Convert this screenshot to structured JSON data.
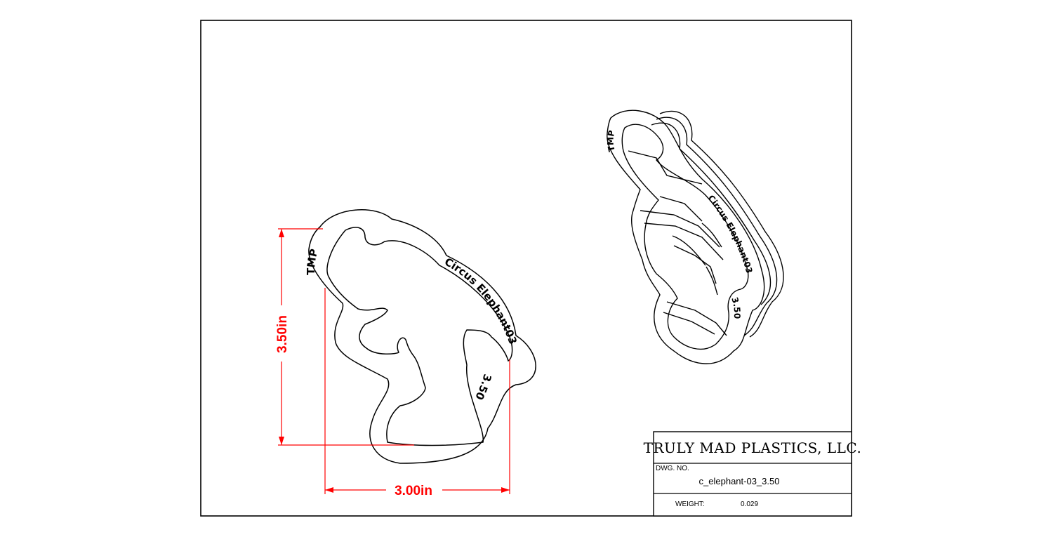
{
  "title_block": {
    "company": "TRULY MAD PLASTICS, LLC.",
    "dwg_no_label": "DWG.  NO.",
    "dwg_no_value": "c_elephant-03_3.50",
    "weight_label": "WEIGHT:",
    "weight_value": "0.029"
  },
  "dimensions": {
    "height": "3.50in",
    "width": "3.00in",
    "color": "#ff0000"
  },
  "engravings": {
    "brand": "TMP",
    "name": "Circus Elephant03",
    "size": "3.50"
  }
}
